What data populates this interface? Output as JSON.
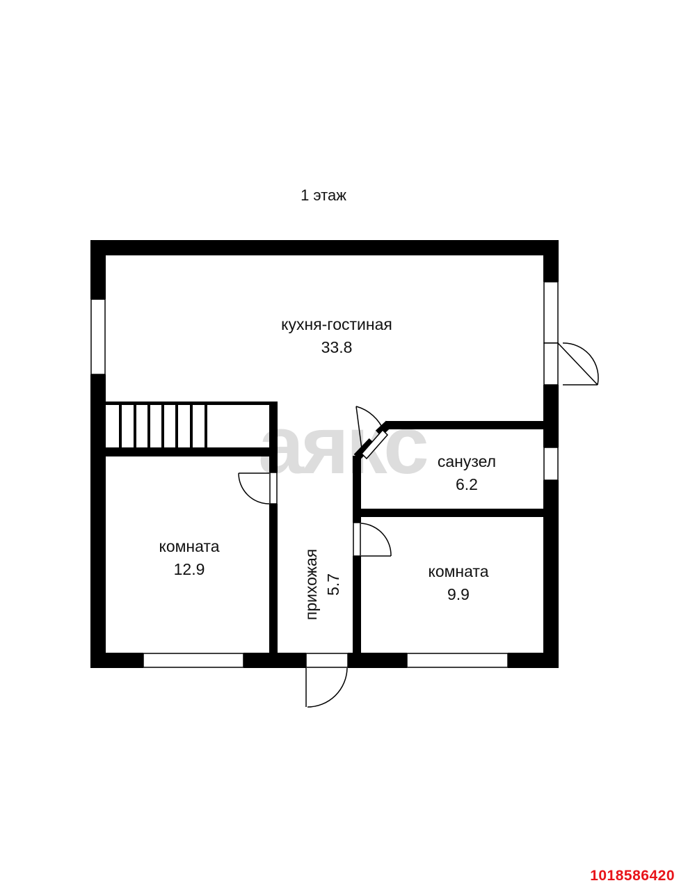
{
  "floor_title": "1 этаж",
  "rooms": [
    {
      "id": "kitchen",
      "name": "кухня-гостиная",
      "area": "33.8"
    },
    {
      "id": "bathroom",
      "name": "санузел",
      "area": "6.2"
    },
    {
      "id": "room_left",
      "name": "комната",
      "area": "12.9"
    },
    {
      "id": "hallway",
      "name": "прихожая",
      "area": "5.7"
    },
    {
      "id": "room_right",
      "name": "комната",
      "area": "9.9"
    }
  ],
  "watermark": "аякс",
  "listing_id": "1018586420",
  "colors": {
    "wall": "#000000",
    "watermark": "#dddddd",
    "listing_id": "#e8141a",
    "background": "#ffffff"
  }
}
